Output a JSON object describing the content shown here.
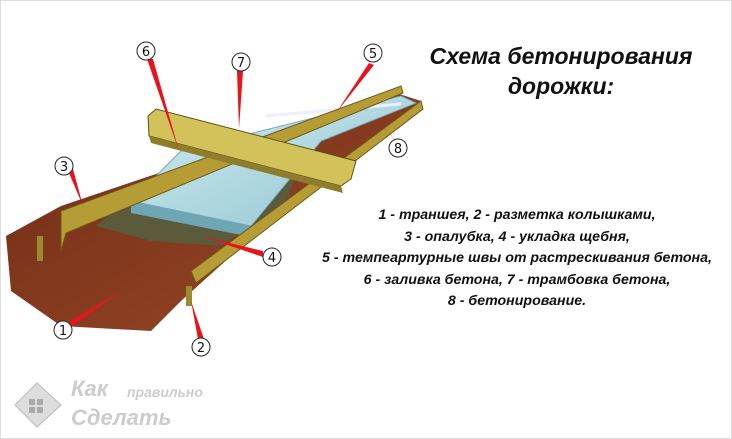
{
  "title": {
    "line1": "Схема бетонирования",
    "line2": "дорожки:"
  },
  "legend": [
    "1 - траншея, 2  - разметка колышками,",
    "3 -  опалубка, 4  - укладка щебня,",
    "5 - темпеартурные швы от растрескивания бетона,",
    "6 - заливка бетона, 7 - трамбовка бетона,",
    "8 - бетонирование."
  ],
  "callouts": [
    "1",
    "2",
    "3",
    "4",
    "5",
    "6",
    "7",
    "8"
  ],
  "watermark": {
    "word1": "Как",
    "word2": "правильно",
    "word3": "Сделать"
  },
  "colors": {
    "soil": "#8a3a1e",
    "concrete": "#a9d6e0",
    "wood": "#c9b44a",
    "leader": "#e8141c"
  }
}
